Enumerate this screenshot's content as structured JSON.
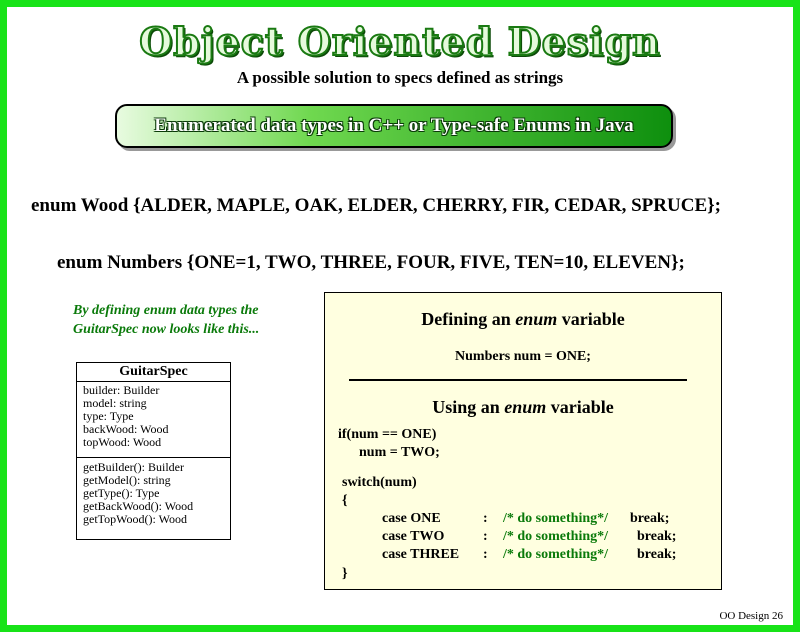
{
  "title": "Object Oriented Design",
  "subtitle": "A possible solution to specs defined as strings",
  "banner": "Enumerated data types in C++ or Type-safe Enums in Java",
  "enum_wood": "enum Wood {ALDER, MAPLE, OAK, ELDER, CHERRY, FIR, CEDAR, SPRUCE};",
  "enum_numbers": "enum Numbers {ONE=1, TWO, THREE, FOUR, FIVE, TEN=10, ELEVEN};",
  "note": "By defining enum data types the GuitarSpec now looks like this...",
  "uml": {
    "name": "GuitarSpec",
    "attributes": [
      "builder: Builder",
      "model: string",
      "type: Type",
      "backWood: Wood",
      "topWood: Wood"
    ],
    "operations": [
      "getBuilder(): Builder",
      "getModel(): string",
      "getType(): Type",
      "getBackWood(): Wood",
      "getTopWood(): Wood"
    ]
  },
  "codebox": {
    "heading1": {
      "pre": "Defining an ",
      "em": "enum",
      "post": " variable"
    },
    "declaration": "Numbers num = ONE;",
    "heading2": {
      "pre": "Using an ",
      "em": "enum",
      "post": " variable"
    },
    "if_line": "if(num == ONE)",
    "assign_line": "num = TWO;",
    "switch_line": "switch(num)",
    "open_brace": "{",
    "close_brace": "}",
    "cases": [
      {
        "label": "case ONE",
        "colon": ":",
        "comment": "/* do something*/",
        "brk": "break;"
      },
      {
        "label": "case TWO",
        "colon": ":",
        "comment": "/* do something*/",
        "brk": "break;"
      },
      {
        "label": "case THREE",
        "colon": ":",
        "comment": "/* do something*/",
        "brk": "break;"
      }
    ]
  },
  "footer": "OO Design 26",
  "colors": {
    "border": "#18e318",
    "accent_green": "#0a7a0a",
    "code_bg": "#ffffe0"
  }
}
